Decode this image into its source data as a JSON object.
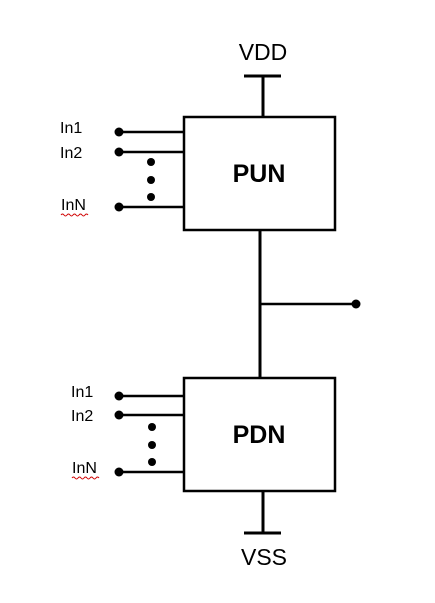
{
  "supply": {
    "top": "VDD",
    "bottom": "VSS"
  },
  "pun": {
    "label": "PUN",
    "inputs": [
      "In1",
      "In2",
      "InN"
    ]
  },
  "pdn": {
    "label": "PDN",
    "inputs": [
      "In1",
      "In2",
      "InN"
    ]
  },
  "colors": {
    "stroke": "#000000",
    "background": "#ffffff",
    "spellcheck_underline": "#d00000"
  }
}
